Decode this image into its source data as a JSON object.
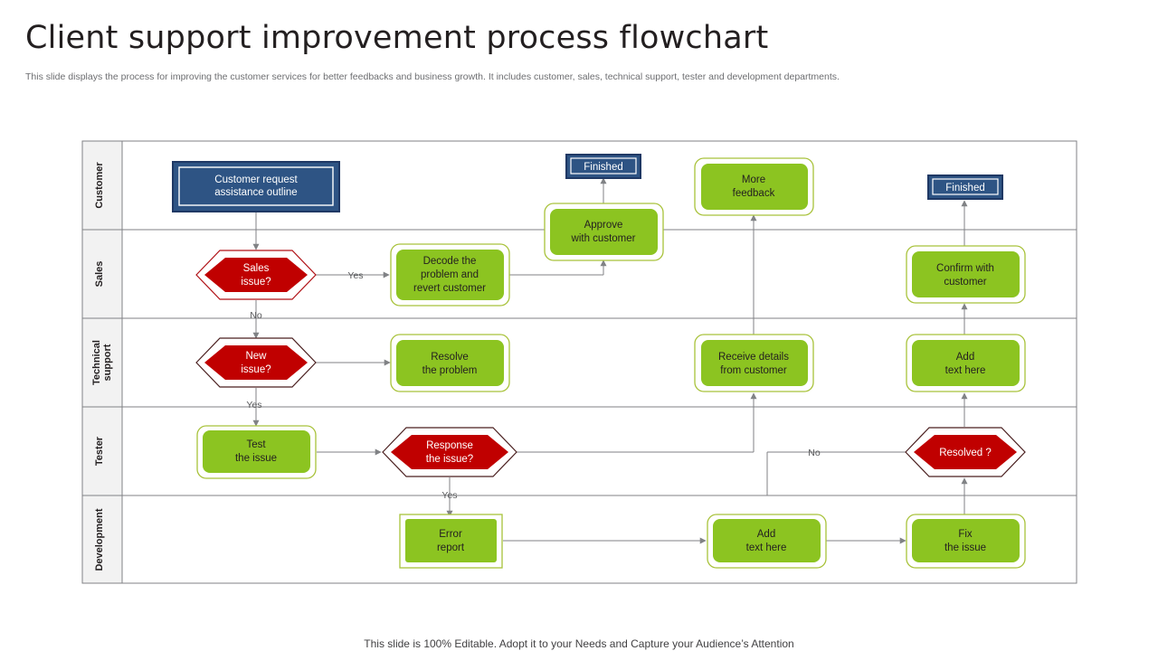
{
  "header": {
    "title": "Client support improvement process flowchart",
    "subtitle": "This slide displays the process for improving the customer services  for better feedbacks and business growth. It includes customer, sales, technical support, tester and development departments."
  },
  "footer": {
    "note": "This slide is 100% Editable. Adopt it to your Needs and Capture your Audience’s Attention"
  },
  "colors": {
    "navy_fill": "#2e5484",
    "navy_border": "#1f3864",
    "green_fill": "#8cc421",
    "green_border": "#a8c23a",
    "red_fill": "#c00000",
    "red_border": "#7b2222",
    "lane_border": "#808285",
    "lane_header_fill": "#f2f2f2",
    "connector": "#808285",
    "text_dark": "#231f20",
    "text_light": "#ffffff"
  },
  "lanes": [
    {
      "id": "customer",
      "label": "Customer"
    },
    {
      "id": "sales",
      "label": "Sales"
    },
    {
      "id": "technical",
      "label": "Technical\nsupport"
    },
    {
      "id": "tester",
      "label": "Tester"
    },
    {
      "id": "developm",
      "label": "Development"
    }
  ],
  "nodes": [
    {
      "id": "customer-request",
      "lane": "customer",
      "shape": "rect-navy",
      "lines": [
        "Customer request",
        "assistance outline"
      ]
    },
    {
      "id": "finished-1",
      "lane": "customer",
      "shape": "terminator-navy",
      "lines": [
        "Finished"
      ]
    },
    {
      "id": "approve",
      "lane": "customer",
      "shape": "rect-green",
      "lines": [
        "Approve",
        "with customer"
      ]
    },
    {
      "id": "more-feedback",
      "lane": "customer",
      "shape": "rect-green",
      "lines": [
        "More",
        "feedback"
      ]
    },
    {
      "id": "finished-2",
      "lane": "customer",
      "shape": "terminator-navy",
      "lines": [
        "Finished"
      ]
    },
    {
      "id": "sales-issue",
      "lane": "sales",
      "shape": "hexagon-red",
      "lines": [
        "Sales",
        "issue?"
      ]
    },
    {
      "id": "decode",
      "lane": "sales",
      "shape": "rect-green",
      "lines": [
        "Decode the",
        "problem  and",
        "revert  customer"
      ]
    },
    {
      "id": "confirm",
      "lane": "sales",
      "shape": "rect-green",
      "lines": [
        "Confirm  with",
        "customer"
      ]
    },
    {
      "id": "new-issue",
      "lane": "technical",
      "shape": "hexagon-red",
      "lines": [
        "New",
        "issue?"
      ]
    },
    {
      "id": "resolve",
      "lane": "technical",
      "shape": "rect-green",
      "lines": [
        "Resolve",
        "the problem"
      ]
    },
    {
      "id": "receive-details",
      "lane": "technical",
      "shape": "rect-green",
      "lines": [
        "Receive  details",
        "from customer"
      ]
    },
    {
      "id": "add-text-1",
      "lane": "technical",
      "shape": "rect-green",
      "lines": [
        "Add",
        "text here"
      ]
    },
    {
      "id": "test-issue",
      "lane": "tester",
      "shape": "rect-green",
      "lines": [
        "Test",
        "the issue"
      ]
    },
    {
      "id": "response-issue",
      "lane": "tester",
      "shape": "hexagon-red",
      "lines": [
        "Response",
        "the issue?"
      ]
    },
    {
      "id": "resolved",
      "lane": "tester",
      "shape": "hexagon-red",
      "lines": [
        "Resolved  ?"
      ]
    },
    {
      "id": "error-report",
      "lane": "developm",
      "shape": "rect-green-square",
      "lines": [
        "Error",
        "report"
      ]
    },
    {
      "id": "add-text-2",
      "lane": "developm",
      "shape": "rect-green",
      "lines": [
        "Add",
        "text here"
      ]
    },
    {
      "id": "fix-issue",
      "lane": "developm",
      "shape": "rect-green",
      "lines": [
        "Fix",
        "the issue"
      ]
    }
  ],
  "edge_labels": [
    {
      "id": "label-yes-sales",
      "text": "Yes"
    },
    {
      "id": "label-no-sales",
      "text": "No"
    },
    {
      "id": "label-yes-new",
      "text": "Yes"
    },
    {
      "id": "label-yes-response",
      "text": "Yes"
    },
    {
      "id": "label-no-resolved",
      "text": "No"
    }
  ]
}
